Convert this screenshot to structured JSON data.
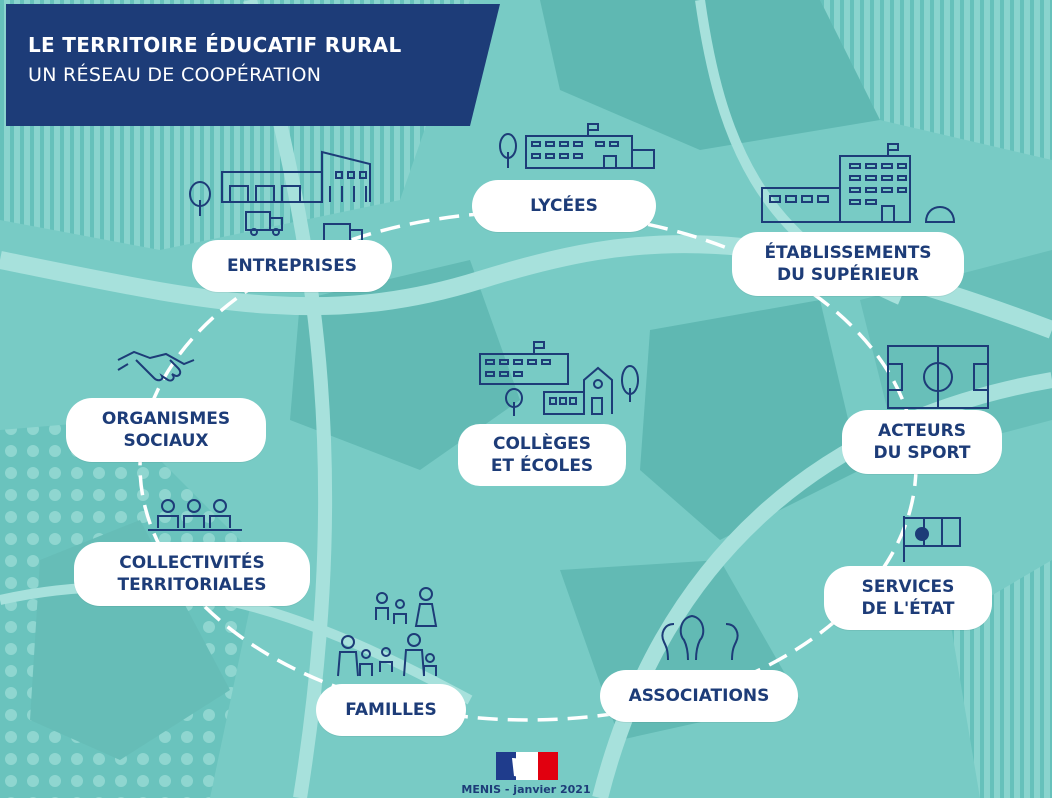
{
  "header": {
    "title_line1": "LE TERRITOIRE ÉDUCATIF RURAL",
    "title_line2": "UN RÉSEAU DE COOPÉRATION"
  },
  "nodes": {
    "lycees": [
      "LYCÉES"
    ],
    "etablissements": [
      "ÉTABLISSEMENTS",
      "DU SUPÉRIEUR"
    ],
    "acteurs_sport": [
      "ACTEURS",
      "DU SPORT"
    ],
    "services_etat": [
      "SERVICES",
      "DE L'ÉTAT"
    ],
    "associations": [
      "ASSOCIATIONS"
    ],
    "familles": [
      "FAMILLES"
    ],
    "collectivites": [
      "COLLECTIVITÉS",
      "TERRITORIALES"
    ],
    "organismes": [
      "ORGANISMES",
      "SOCIAUX"
    ],
    "entreprises": [
      "ENTREPRISES"
    ],
    "center": [
      "COLLÈGES",
      "ET ÉCOLES"
    ]
  },
  "footer": {
    "text": "MENIS - janvier 2021"
  },
  "icons": [
    "school-building-icon",
    "university-building-icon",
    "sports-field-icon",
    "flag-icon",
    "people-group-icon",
    "family-icon",
    "council-members-icon",
    "handshake-icon",
    "factory-trucks-icon",
    "school-and-church-icon",
    "republic-logo-icon"
  ],
  "colors": {
    "background": "#74c9c3",
    "banner": "#1d3c78",
    "node_text": "#1d3c78",
    "node_fill": "#ffffff",
    "flag_blue": "#1f3c8c",
    "flag_red": "#e1000f"
  }
}
